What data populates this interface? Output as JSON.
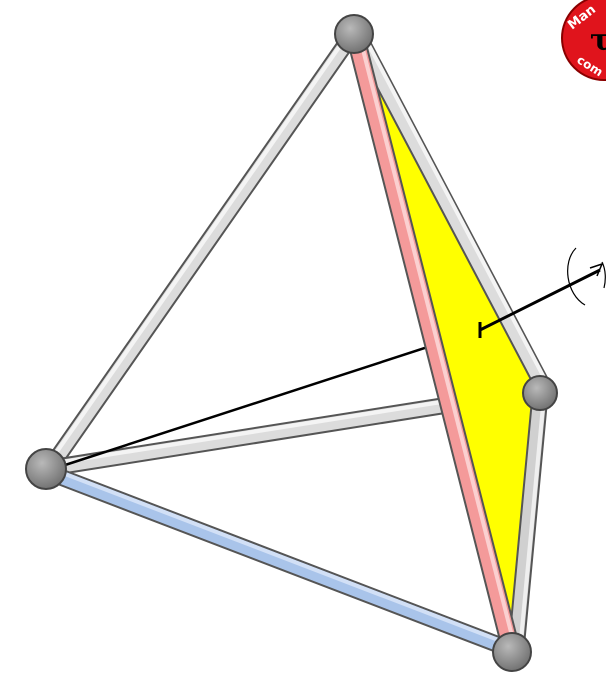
{
  "logo": {
    "top_text": "Man",
    "bottom_text": "com",
    "center_glyph": "τ",
    "background_color": "#e0141c"
  },
  "colors": {
    "grey_edge": "#d9d9d9",
    "pink_edge": "#f49a9a",
    "blue_edge": "#a9c4ea",
    "face_fill": "#ffff00",
    "vertex": "#8a8a8a",
    "vector": "#000000"
  }
}
